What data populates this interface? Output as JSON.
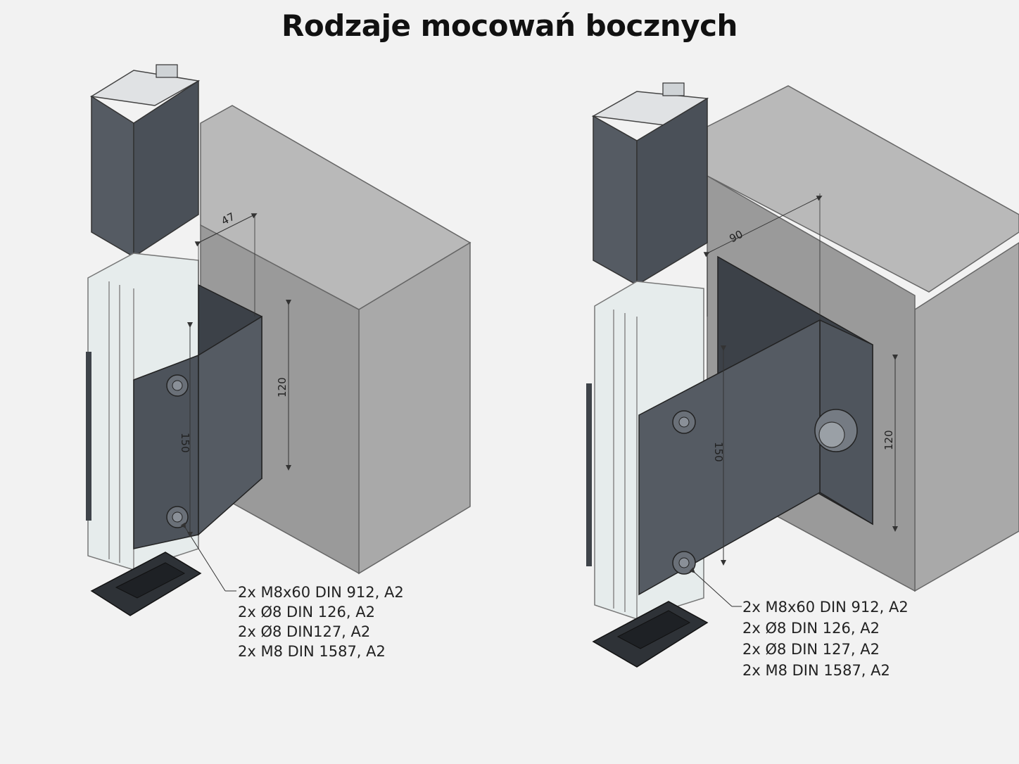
{
  "title": "Rodzaje mocowań bocznych",
  "left": {
    "dims": {
      "width": "47",
      "height_outer": "120",
      "height_inner": "150"
    },
    "spec": [
      "2x M8x60 DIN 912, A2",
      "2x Ø8 DIN 126, A2",
      "2x Ø8 DIN127, A2",
      "2x M8 DIN 1587, A2"
    ]
  },
  "right": {
    "dims": {
      "width": "90",
      "height_outer": "120",
      "height_inner": "150"
    },
    "spec": [
      "2x M8x60 DIN 912, A2",
      "2x Ø8 DIN 126, A2",
      "2x Ø8 DIN 127, A2",
      "2x M8 DIN 1587, A2"
    ]
  },
  "colors": {
    "wall_front": "#a9a9a9",
    "wall_top": "#b9b9b9",
    "wall_side": "#9a9a9a",
    "steel": "#4a5058",
    "glass": "#e6ecec"
  }
}
